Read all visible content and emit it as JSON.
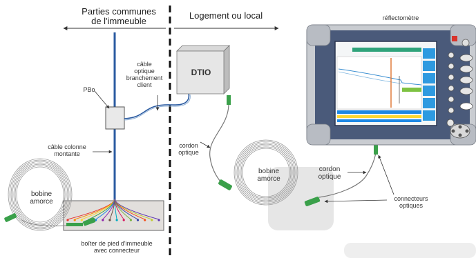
{
  "headers": {
    "left_line1": "Parties communes",
    "left_line2": "de l'immeuble",
    "right": "Logement ou local"
  },
  "device": {
    "title": "réflectomètre"
  },
  "labels": {
    "dtio": "DTIO",
    "pbo": "PBo",
    "cable_client": [
      "câble",
      "optique",
      "branchement",
      "client"
    ],
    "cable_colonne": [
      "câble colonne",
      "montante"
    ],
    "bobine_left": [
      "bobine",
      "amorce"
    ],
    "bobine_right": [
      "bobine",
      "amorce"
    ],
    "cordon_left": [
      "cordon",
      "optique"
    ],
    "cordon_right": [
      "cordon",
      "optique"
    ],
    "connecteurs": [
      "connecteurs",
      "optiques"
    ],
    "boitier": [
      "boîter de pied d'immeuble",
      "avec connecteur"
    ]
  },
  "colors": {
    "device_body": "#4a5a7a",
    "device_frame": "#c9ccd1",
    "screen_bg": "#f4f6f7",
    "trace": "#3b8fd1",
    "marker": "#e07a3a",
    "green": "#7dc242",
    "fiber_blue": "#1f4f8f",
    "connector_green": "#3aa04a"
  },
  "fan_colors": [
    "#e53935",
    "#fb8c00",
    "#fdd835",
    "#43a047",
    "#1e88e5",
    "#8e24aa",
    "#6d4c41",
    "#00acc1",
    "#d81b60",
    "#7cb342",
    "#3949ab",
    "#f4511e",
    "#c0ca33",
    "#5e35b1"
  ]
}
